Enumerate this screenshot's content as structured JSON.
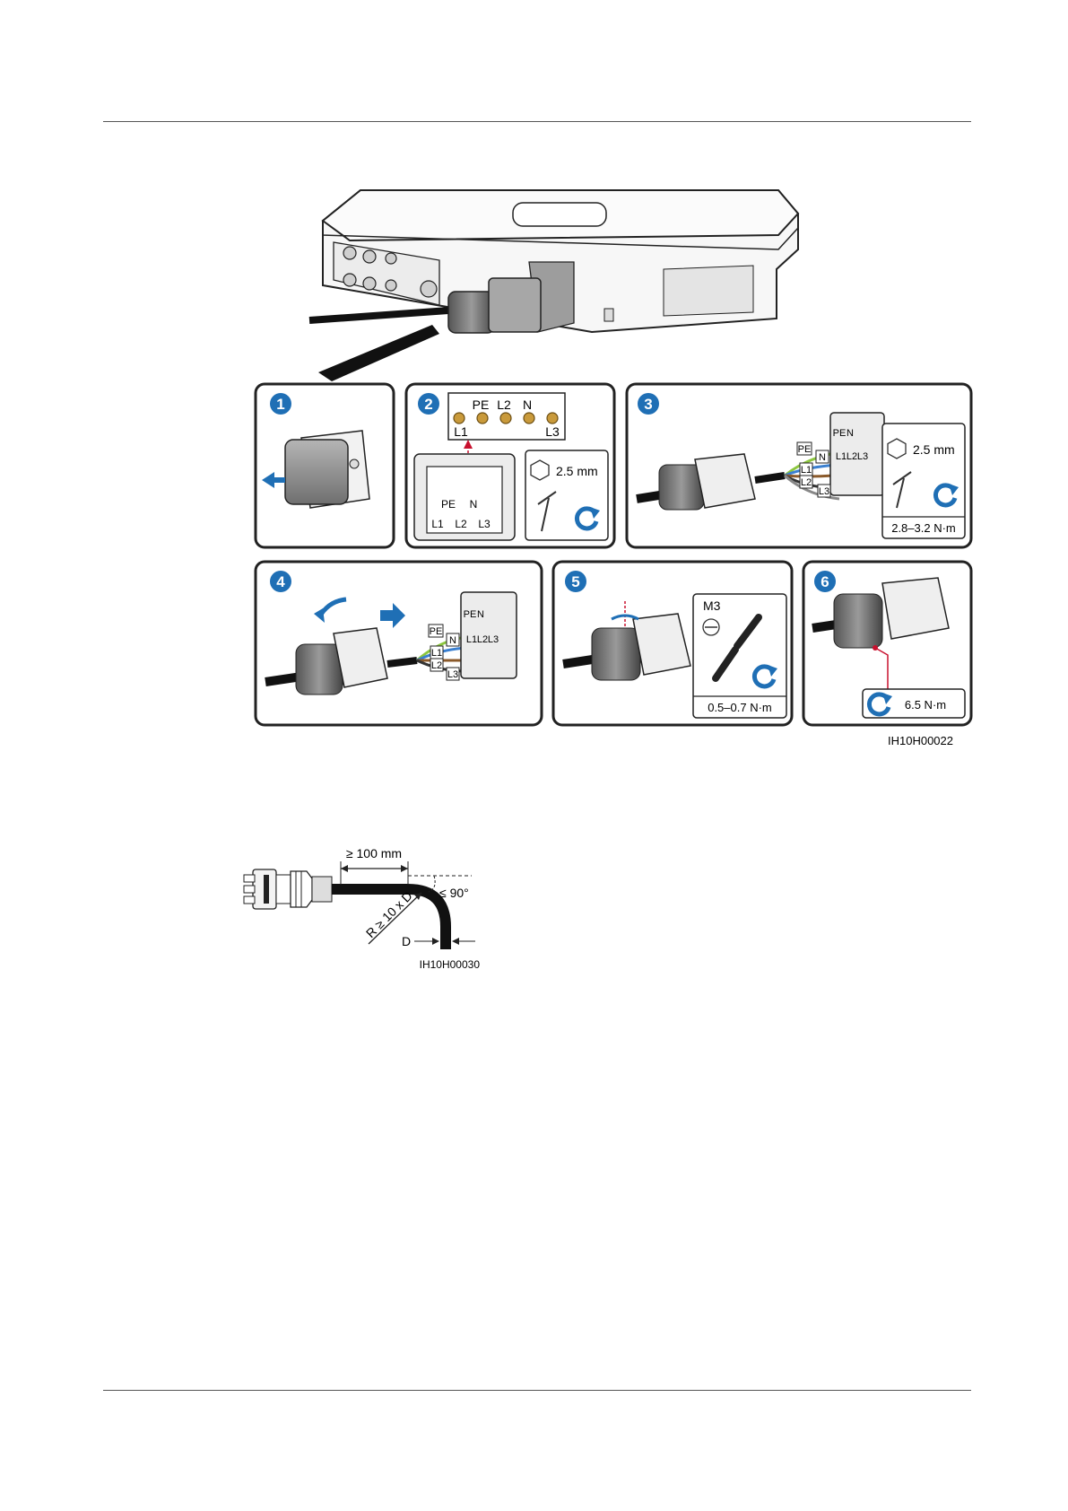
{
  "figure1": {
    "id": "IH10H00022",
    "panels": [
      {
        "step": "1"
      },
      {
        "step": "2",
        "labels": [
          "PE",
          "L2",
          "N",
          "L1",
          "L3",
          "PE",
          "N",
          "L1",
          "L2",
          "L3"
        ],
        "hex_size": "2.5 mm"
      },
      {
        "step": "3",
        "labels": [
          "PE",
          "N",
          "L1",
          "L2",
          "L3",
          "PE",
          "N",
          "L1",
          "L2",
          "L3"
        ],
        "hex_size": "2.5 mm",
        "torque": "2.8–3.2 N·m"
      },
      {
        "step": "4",
        "labels": [
          "PE",
          "N",
          "L1",
          "L2",
          "L3",
          "PE",
          "N",
          "L1",
          "L2",
          "L3"
        ]
      },
      {
        "step": "5",
        "screw": "M3",
        "torque": "0.5–0.7 N·m"
      },
      {
        "step": "6",
        "torque": "6.5 N·m"
      }
    ]
  },
  "figure2": {
    "id": "IH10H00030",
    "straight_length": "≥ 100 mm",
    "angle": "≤ 90°",
    "radius": "R ≥ 10 x D",
    "diameter": "D"
  },
  "colors": {
    "step_badge": "#1f6fb5",
    "torque_arrow": "#1f6fb5",
    "wire_blue": "#3a7fd0",
    "wire_green": "#8cc63f",
    "wire_brown": "#8b5a2b",
    "connector_grey": "#8a8a8a",
    "red_marker": "#c8102e"
  }
}
